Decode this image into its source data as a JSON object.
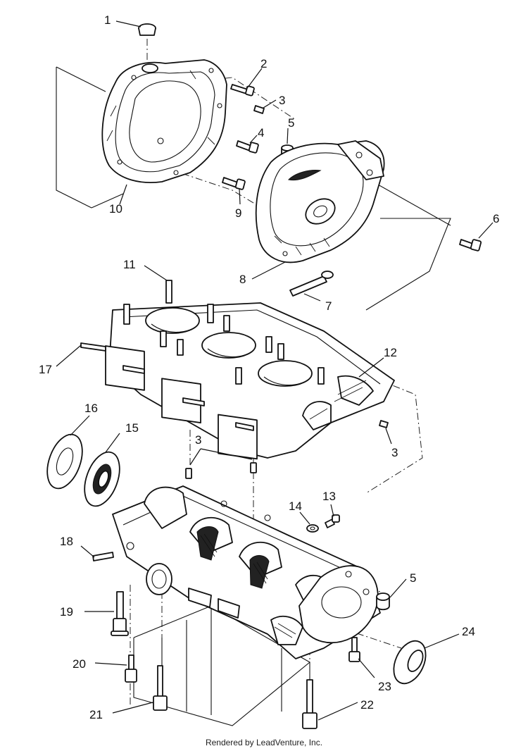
{
  "callouts": [
    {
      "id": "1",
      "label": "1"
    },
    {
      "id": "2",
      "label": "2"
    },
    {
      "id": "3a",
      "label": "3"
    },
    {
      "id": "4",
      "label": "4"
    },
    {
      "id": "5a",
      "label": "5"
    },
    {
      "id": "6",
      "label": "6"
    },
    {
      "id": "7",
      "label": "7"
    },
    {
      "id": "8",
      "label": "8"
    },
    {
      "id": "9",
      "label": "9"
    },
    {
      "id": "10",
      "label": "10"
    },
    {
      "id": "11",
      "label": "11"
    },
    {
      "id": "12",
      "label": "12"
    },
    {
      "id": "3b",
      "label": "3"
    },
    {
      "id": "3c",
      "label": "3"
    },
    {
      "id": "13",
      "label": "13"
    },
    {
      "id": "14",
      "label": "14"
    },
    {
      "id": "15",
      "label": "15"
    },
    {
      "id": "16",
      "label": "16"
    },
    {
      "id": "17",
      "label": "17"
    },
    {
      "id": "18",
      "label": "18"
    },
    {
      "id": "19",
      "label": "19"
    },
    {
      "id": "5b",
      "label": "5"
    },
    {
      "id": "20",
      "label": "20"
    },
    {
      "id": "21",
      "label": "21"
    },
    {
      "id": "22",
      "label": "22"
    },
    {
      "id": "23",
      "label": "23"
    },
    {
      "id": "24",
      "label": "24"
    }
  ],
  "footer": "Rendered by LeadVenture, Inc."
}
